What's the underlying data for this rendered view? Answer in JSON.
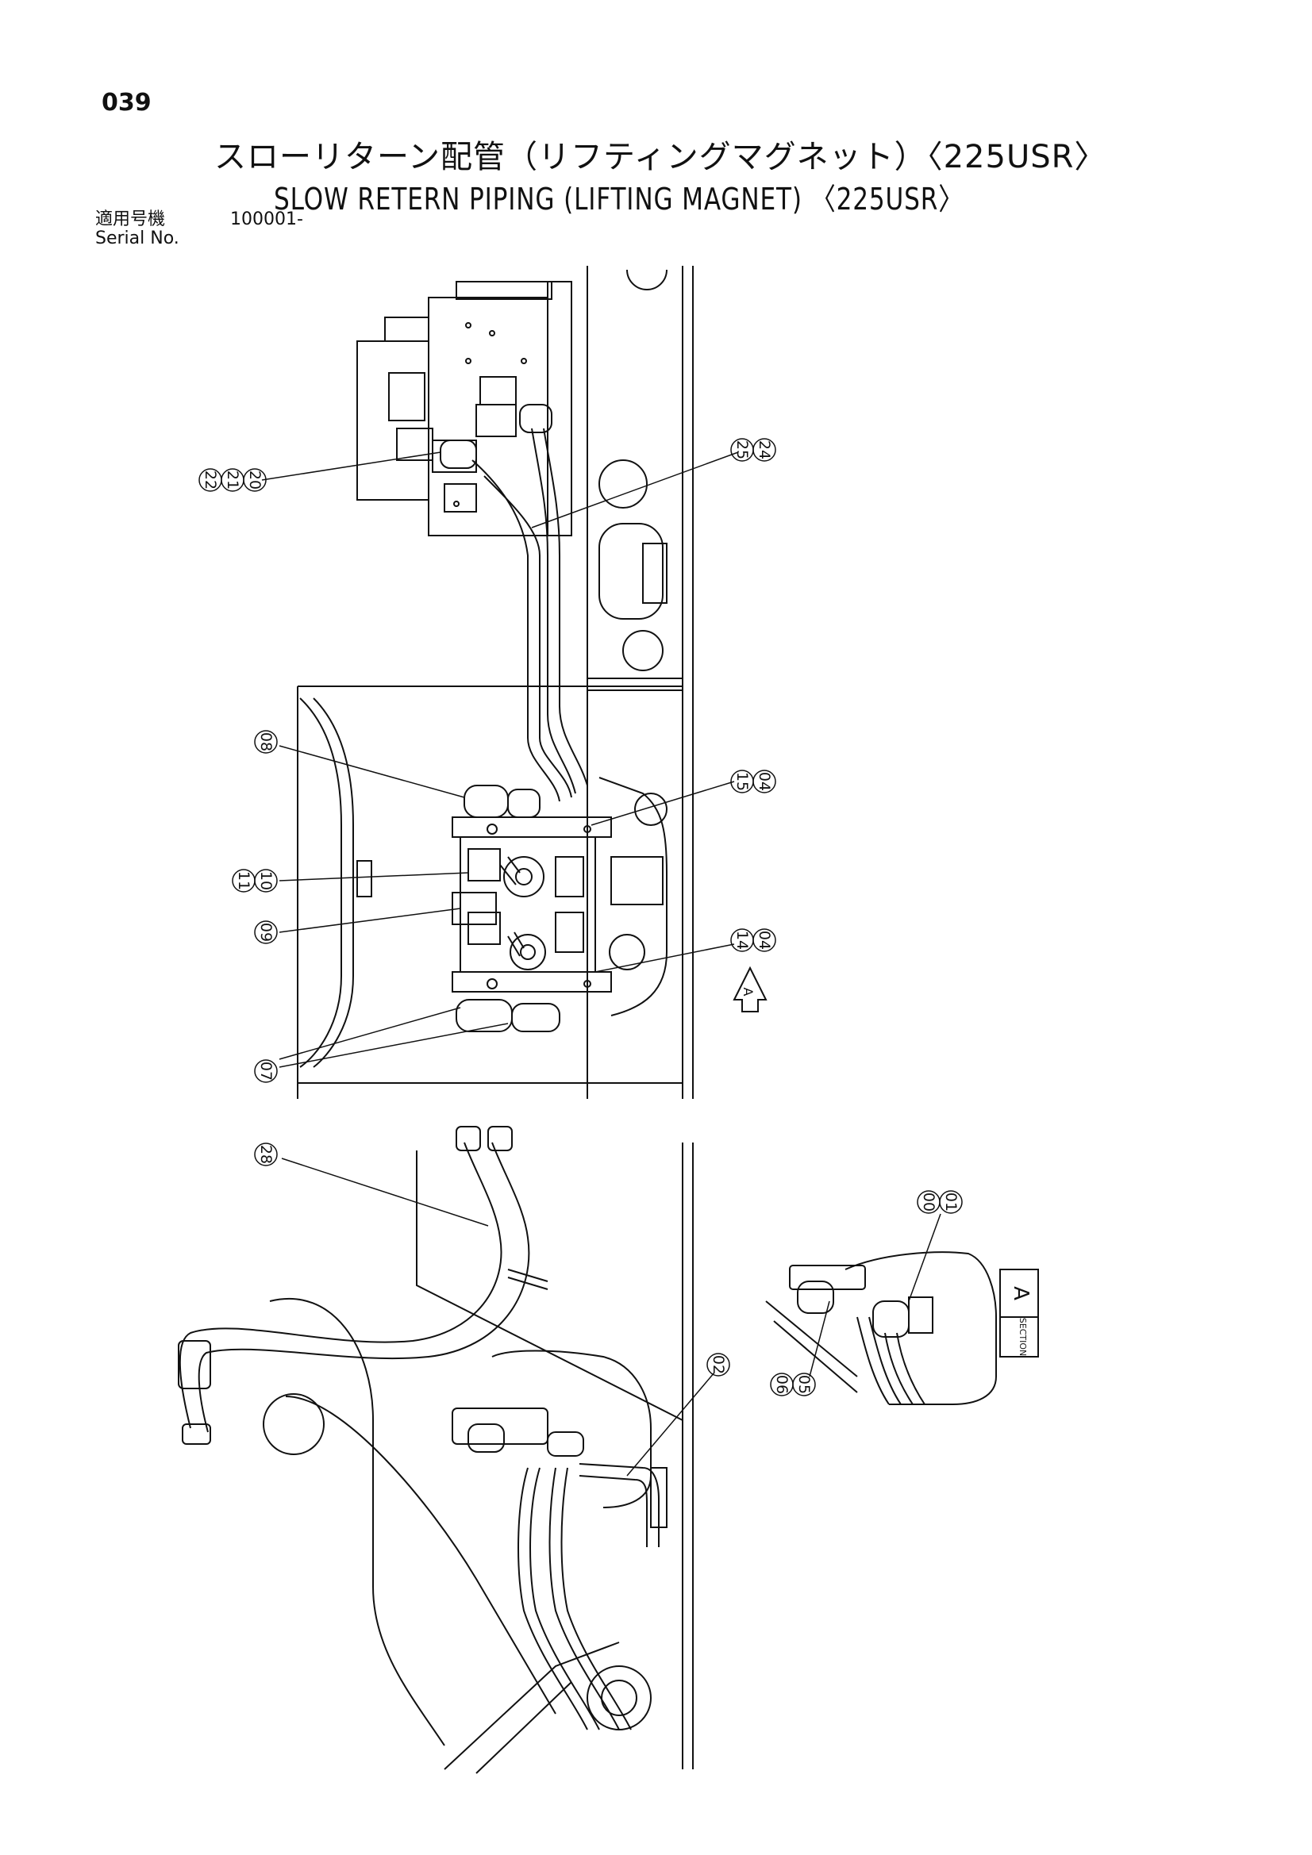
{
  "page_number": "039",
  "title_jp": "スローリターン配管（リフティングマグネット）〈225USR〉",
  "title_en": "SLOW RETERN PIPING (LIFTING MAGNET) 〈225USR〉",
  "serial": {
    "label_jp": "適用号機",
    "label_en": "Serial No.",
    "value": "100001-"
  },
  "callouts": [
    {
      "id": "c-22",
      "label": "22"
    },
    {
      "id": "c-21",
      "label": "21"
    },
    {
      "id": "c-20",
      "label": "20"
    },
    {
      "id": "c-25",
      "label": "25"
    },
    {
      "id": "c-24",
      "label": "24"
    },
    {
      "id": "c-08",
      "label": "08"
    },
    {
      "id": "c-15",
      "label": "15"
    },
    {
      "id": "c-04a",
      "label": "04"
    },
    {
      "id": "c-11",
      "label": "11"
    },
    {
      "id": "c-10",
      "label": "10"
    },
    {
      "id": "c-09",
      "label": "09"
    },
    {
      "id": "c-14",
      "label": "14"
    },
    {
      "id": "c-04b",
      "label": "04"
    },
    {
      "id": "c-07",
      "label": "07"
    },
    {
      "id": "c-28",
      "label": "28"
    },
    {
      "id": "c-00",
      "label": "00"
    },
    {
      "id": "c-01",
      "label": "01"
    },
    {
      "id": "c-06",
      "label": "06"
    },
    {
      "id": "c-05",
      "label": "05"
    },
    {
      "id": "c-02",
      "label": "02"
    }
  ],
  "view_arrow_label": "A",
  "section_label": {
    "letter": "A",
    "text": "SECTION"
  }
}
